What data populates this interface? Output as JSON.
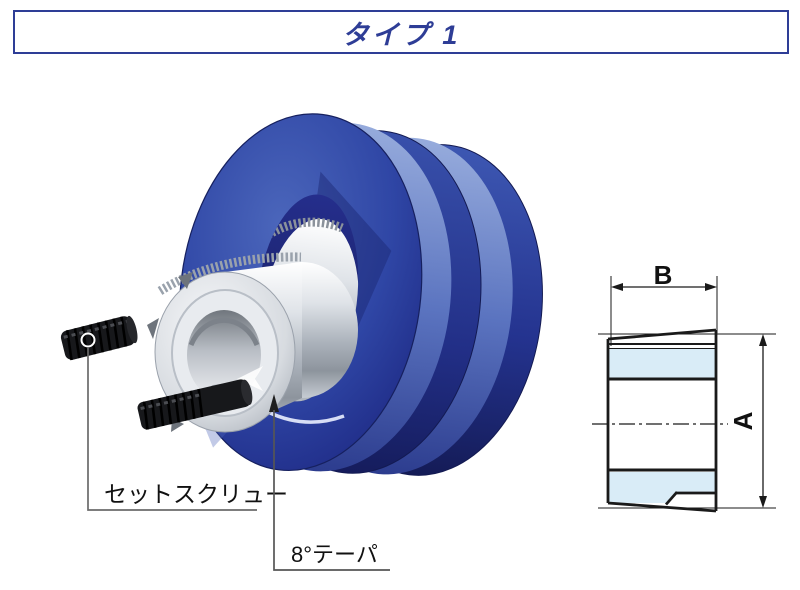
{
  "title": {
    "label": "タイプ 1"
  },
  "illustration": {
    "set_screw_label": "セットスクリュー",
    "taper_label": "8°テーパ",
    "colors": {
      "pulley_face": "#2f46a5",
      "pulley_light_band": "#8fa5d8",
      "pulley_dark_flange": "#1d2a78",
      "pulley_deep_shadow": "#141b56",
      "bushing_metal_light": "#f5f7f9",
      "bushing_metal_dark": "#8d949d",
      "set_screw_black": "#17181b",
      "leader_line_gray": "#6b6b6b"
    }
  },
  "drawing": {
    "width_dim_label": "B",
    "height_dim_label": "A",
    "section_fill": "#d9ecf7",
    "line_color": "#1a1a1a"
  }
}
